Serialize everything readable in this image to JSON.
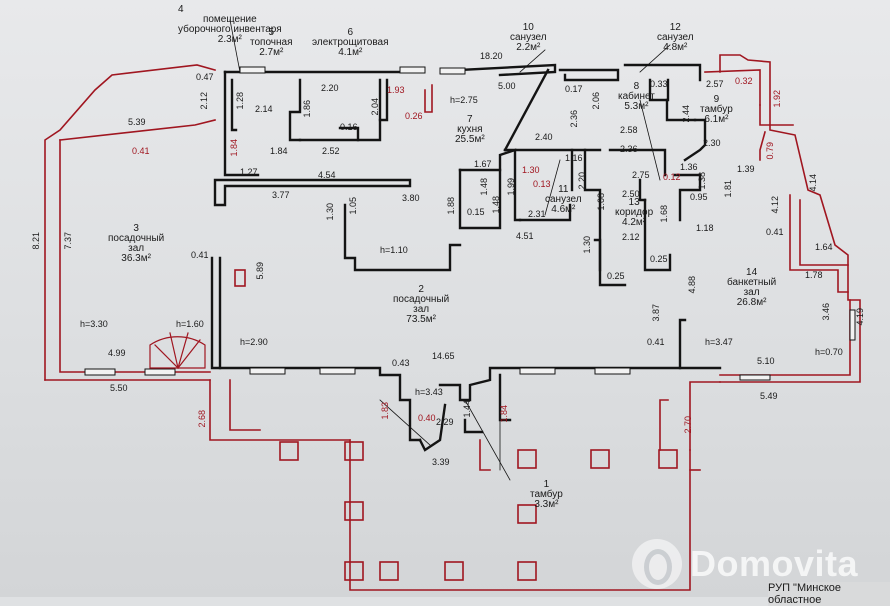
{
  "rooms": [
    {
      "no": "1",
      "name1": "тамбур",
      "name2": "",
      "area": "3.3м²"
    },
    {
      "no": "2",
      "name1": "посадочный",
      "name2": "зал",
      "area": "73.5м²"
    },
    {
      "no": "3",
      "name1": "посадочный",
      "name2": "зал",
      "area": "36.3м²"
    },
    {
      "no": "4",
      "name1": "помещение",
      "name2": "уборочного инвентаря",
      "area": "2.3м²"
    },
    {
      "no": "5",
      "name1": "топочная",
      "name2": "",
      "area": "2.7м²"
    },
    {
      "no": "6",
      "name1": "электрощитовая",
      "name2": "",
      "area": "4.1м²"
    },
    {
      "no": "7",
      "name1": "кухня",
      "name2": "",
      "area": "25.5м²"
    },
    {
      "no": "8",
      "name1": "кабинет",
      "name2": "",
      "area": "5.3м²"
    },
    {
      "no": "9",
      "name1": "тамбур",
      "name2": "",
      "area": "6.1м²"
    },
    {
      "no": "10",
      "name1": "санузел",
      "name2": "",
      "area": "2.2м²"
    },
    {
      "no": "11",
      "name1": "санузел",
      "name2": "",
      "area": "4.6м²"
    },
    {
      "no": "12",
      "name1": "санузел",
      "name2": "",
      "area": "4.8м²"
    },
    {
      "no": "13",
      "name1": "коридор",
      "name2": "",
      "area": "4.2м²"
    },
    {
      "no": "14",
      "name1": "банкетный",
      "name2": "зал",
      "area": "26.8м²"
    }
  ],
  "dims": [
    "0.47",
    "1.28",
    "2.12",
    "5.39",
    "0.41",
    "8.21",
    "7.37",
    "h=3.30",
    "4.99",
    "5.50",
    "h=1.60",
    "1.84",
    "1.27",
    "1.84",
    "2.14",
    "1.86",
    "2.20",
    "2.04",
    "1.93",
    "0.16",
    "2.52",
    "4.54",
    "3.77",
    "18.20",
    "h=2.75",
    "5.00",
    "0.26",
    "1.67",
    "1.48",
    "1.88",
    "0.15",
    "1.48",
    "2.40",
    "1.99",
    "1.30",
    "0.13",
    "1.16",
    "2.20",
    "2.36",
    "2.06",
    "2.58",
    "2.36",
    "2.31",
    "4.51",
    "1.08",
    "2.50",
    "0.12",
    "2.75",
    "1.68",
    "2.12",
    "1.30",
    "0.25",
    "0.25",
    "0.33",
    "0.17",
    "2.57",
    "0.32",
    "2.44",
    "2.30",
    "1.36",
    "1.38",
    "0.95",
    "1.39",
    "1.81",
    "1.18",
    "0.79",
    "1.92",
    "4.14",
    "4.12",
    "0.41",
    "1.64",
    "1.78",
    "3.46",
    "4.19",
    "4.88",
    "3.87",
    "0.41",
    "h=3.47",
    "5.10",
    "5.49",
    "h=0.70",
    "1.30",
    "1.05",
    "3.80",
    "h=1.10",
    "0.41",
    "5.89",
    "h=2.90",
    "0.43",
    "14.65",
    "h=3.43",
    "0.40",
    "2.29",
    "1.44",
    "1.84",
    "1.83",
    "2.68",
    "2.70",
    "3.39"
  ],
  "watermark": "Domovita",
  "stamp": "РУП \"Минское областное"
}
